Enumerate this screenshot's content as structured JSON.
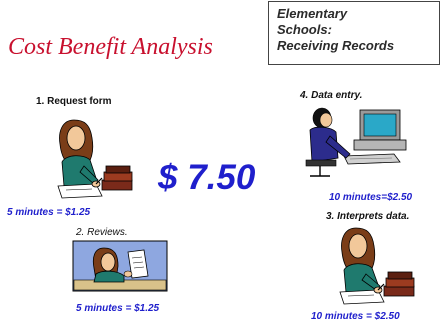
{
  "title": "Cost Benefit Analysis",
  "subtitle_box": [
    "Elementary",
    "Schools:",
    "Receiving Records"
  ],
  "total_cost": "$ 7.50",
  "steps": {
    "request": {
      "label": "1. Request form",
      "cost": "5 minutes = $1.25"
    },
    "reviews": {
      "label": "2. Reviews.",
      "cost": "5 minutes = $1.25"
    },
    "interprets": {
      "label": "3. Interprets data.",
      "cost": "10 minutes = $2.50"
    },
    "data_entry": {
      "label": "4. Data entry.",
      "cost": "10 minutes=$2.50"
    }
  },
  "icons": {
    "request": "woman-writing-clipart",
    "reviews": "woman-reading-clipart",
    "interprets": "woman-writing-clipart",
    "data_entry": "person-at-computer-clipart"
  },
  "colors": {
    "title": "#c8102e",
    "cost": "#1f1fcc",
    "frame": "#444444"
  }
}
